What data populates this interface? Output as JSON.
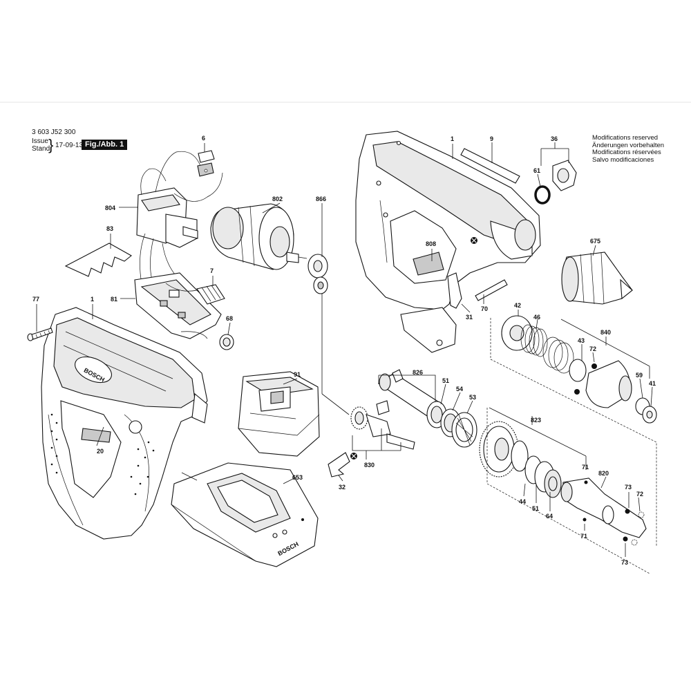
{
  "header": {
    "part_number": "3 603 J52 300",
    "issue_label": "Issue",
    "stand_label": "Stand",
    "date": "17-09-13",
    "figure_label": "Fig./Abb. 1"
  },
  "notes": [
    "Modifications reserved",
    "Änderungen vorbehalten",
    "Modifications réservées",
    "Salvo modificaciones"
  ],
  "brand_marks": {
    "housing": "BOSCH",
    "charger": "BOSCH"
  },
  "callouts": [
    {
      "id": "c-6",
      "label": "6"
    },
    {
      "id": "c-802",
      "label": "802"
    },
    {
      "id": "c-866",
      "label": "866"
    },
    {
      "id": "c-804",
      "label": "804"
    },
    {
      "id": "c-83",
      "label": "83"
    },
    {
      "id": "c-7",
      "label": "7"
    },
    {
      "id": "c-81",
      "label": "81"
    },
    {
      "id": "c-68",
      "label": "68"
    },
    {
      "id": "c-77",
      "label": "77"
    },
    {
      "id": "c-1a",
      "label": "1"
    },
    {
      "id": "c-20",
      "label": "20"
    },
    {
      "id": "c-91",
      "label": "91"
    },
    {
      "id": "c-653",
      "label": "653"
    },
    {
      "id": "c-1b",
      "label": "1"
    },
    {
      "id": "c-9",
      "label": "9"
    },
    {
      "id": "c-36",
      "label": "36"
    },
    {
      "id": "c-61",
      "label": "61"
    },
    {
      "id": "c-808",
      "label": "808"
    },
    {
      "id": "c-675",
      "label": "675"
    },
    {
      "id": "c-70",
      "label": "70"
    },
    {
      "id": "c-31",
      "label": "31"
    },
    {
      "id": "c-42",
      "label": "42"
    },
    {
      "id": "c-46",
      "label": "46"
    },
    {
      "id": "c-840",
      "label": "840"
    },
    {
      "id": "c-43",
      "label": "43"
    },
    {
      "id": "c-72a",
      "label": "72"
    },
    {
      "id": "c-59",
      "label": "59"
    },
    {
      "id": "c-41",
      "label": "41"
    },
    {
      "id": "c-826",
      "label": "826"
    },
    {
      "id": "c-51a",
      "label": "51"
    },
    {
      "id": "c-54",
      "label": "54"
    },
    {
      "id": "c-53",
      "label": "53"
    },
    {
      "id": "c-823",
      "label": "823"
    },
    {
      "id": "c-830",
      "label": "830"
    },
    {
      "id": "c-32",
      "label": "32"
    },
    {
      "id": "c-71a",
      "label": "71"
    },
    {
      "id": "c-820",
      "label": "820"
    },
    {
      "id": "c-73a",
      "label": "73"
    },
    {
      "id": "c-72b",
      "label": "72"
    },
    {
      "id": "c-44",
      "label": "44"
    },
    {
      "id": "c-51b",
      "label": "51"
    },
    {
      "id": "c-64",
      "label": "64"
    },
    {
      "id": "c-71b",
      "label": "71"
    },
    {
      "id": "c-73b",
      "label": "73"
    }
  ]
}
